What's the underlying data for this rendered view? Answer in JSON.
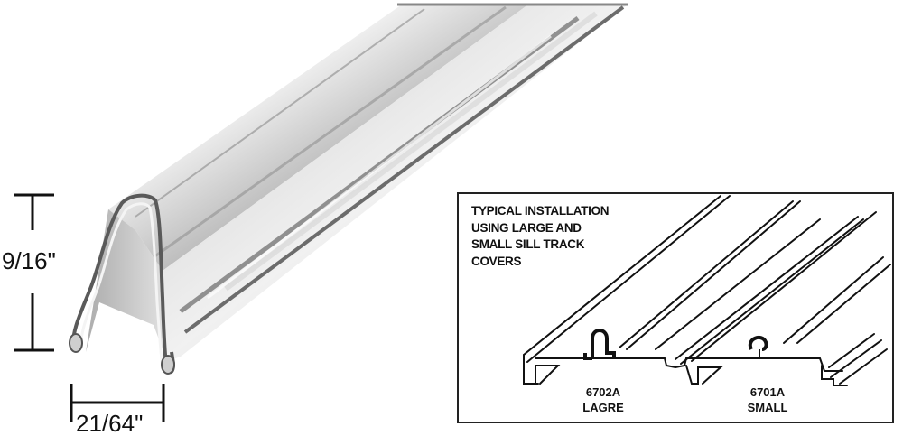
{
  "product": {
    "name": "sill track cover",
    "description": "Aluminum sill track cover rendering",
    "colors": {
      "metal_light": "#e8e8e8",
      "metal_mid": "#b9b9b9",
      "metal_dark": "#6e6e6e",
      "line": "#111111"
    }
  },
  "dimensions": {
    "height_label": "9/16\"",
    "width_label": "21/64\""
  },
  "inset": {
    "title_lines": [
      "TYPICAL INSTALLATION",
      "USING LARGE AND",
      "SMALL SILL TRACK",
      "COVERS"
    ],
    "parts": [
      {
        "code": "6702A",
        "size": "LAGRE"
      },
      {
        "code": "6701A",
        "size": "SMALL"
      }
    ]
  }
}
